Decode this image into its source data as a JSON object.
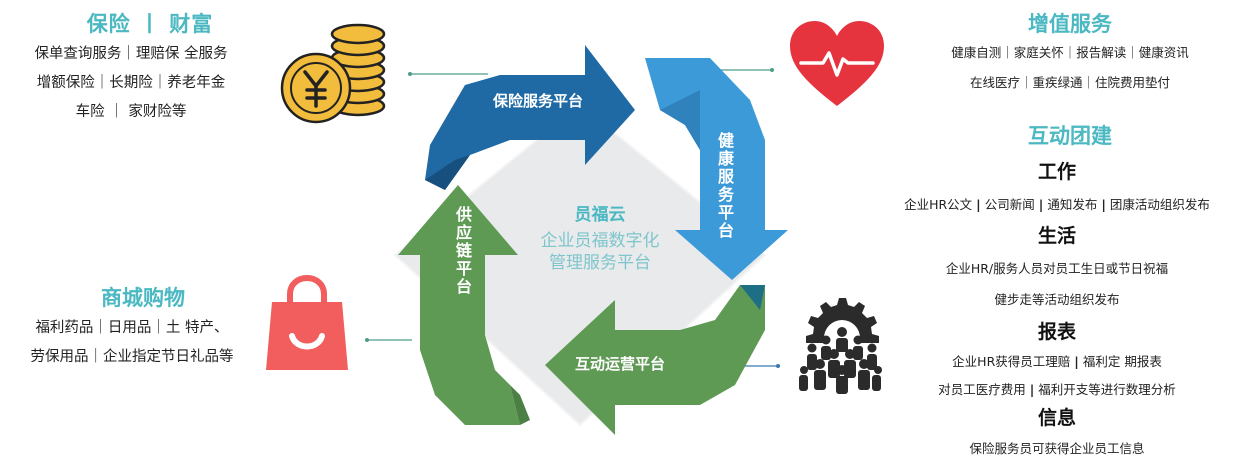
{
  "insurance": {
    "title": "保险 丨 财富",
    "lines": [
      "保单查询服务｜理赔保 全服务",
      "增额保险｜长期险｜养老年金",
      "车险 ｜ 家财险等"
    ]
  },
  "mall": {
    "title": "商城购物",
    "lines": [
      "福利药品｜日用品｜土 特产、",
      "劳保用品｜企业指定节日礼品等"
    ]
  },
  "value_service": {
    "title": "增值服务",
    "lines": [
      "健康自测｜家庭关怀｜报告解读｜健康资讯",
      "在线医疗｜重疾绿通｜住院费用垫付"
    ]
  },
  "team": {
    "title": "互动团建",
    "work": {
      "head": "工作",
      "items": [
        "企业HR公文",
        "公司新闻",
        "通知发布",
        "团康活动组织发布"
      ]
    },
    "life": {
      "head": "生活",
      "lines": [
        "企业HR/服务人员对员工生日或节日祝福",
        "健步走等活动组织发布"
      ]
    },
    "report": {
      "head": "报表",
      "line1": [
        "企业HR获得员工理赔",
        "福利定 期报表"
      ],
      "line2": [
        "对员工医疗费用",
        "福利开支等进行数理分析"
      ]
    },
    "info": {
      "head": "信息",
      "line": "保险服务员可获得企业员工信息"
    }
  },
  "center": {
    "name": "员福云",
    "sub1": "企业员福数字化",
    "sub2": "管理服务平台"
  },
  "arrows": {
    "insurance_platform": "保险服务平台",
    "health_platform": "健康服务平台",
    "interaction_platform": "互动运营平台",
    "supply_platform": "供应链平台"
  },
  "icons": {
    "coins": "yen-coins-icon",
    "heart": "heartbeat-icon",
    "bag": "shopping-bag-icon",
    "people": "team-gear-icon"
  },
  "colors": {
    "teal": "#4bb8c2",
    "dark_blue": "#1f6aa5",
    "light_blue": "#3d9ad8",
    "green": "#5f9a55",
    "heart_red": "#e5343e",
    "bag_red": "#f25d5d",
    "coin_gold": "#f2bc3c"
  },
  "pipe": "|"
}
